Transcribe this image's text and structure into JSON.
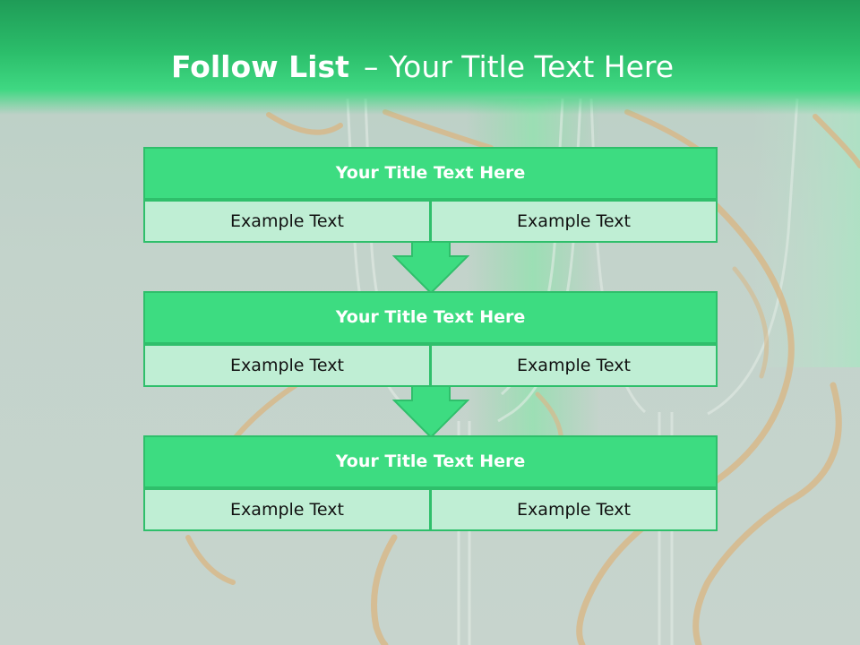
{
  "slide": {
    "title_strong": "Follow List",
    "title_separator": "–",
    "title_rest": "Your Title Text Here"
  },
  "blocks": [
    {
      "title": "Your Title Text Here",
      "cells": [
        "Example Text",
        "Example Text"
      ]
    },
    {
      "title": "Your Title Text Here",
      "cells": [
        "Example Text",
        "Example Text"
      ]
    },
    {
      "title": "Your Title Text Here",
      "cells": [
        "Example Text",
        "Example Text"
      ]
    }
  ],
  "colors": {
    "accent": "#3ddc81",
    "accent_border": "#2fbf6b",
    "cell_fill": "#bfeed4",
    "header_band": "#2bbd6a",
    "background": "#c3d3cb"
  },
  "icons": [
    "down-arrow-connector",
    "down-arrow-connector"
  ]
}
